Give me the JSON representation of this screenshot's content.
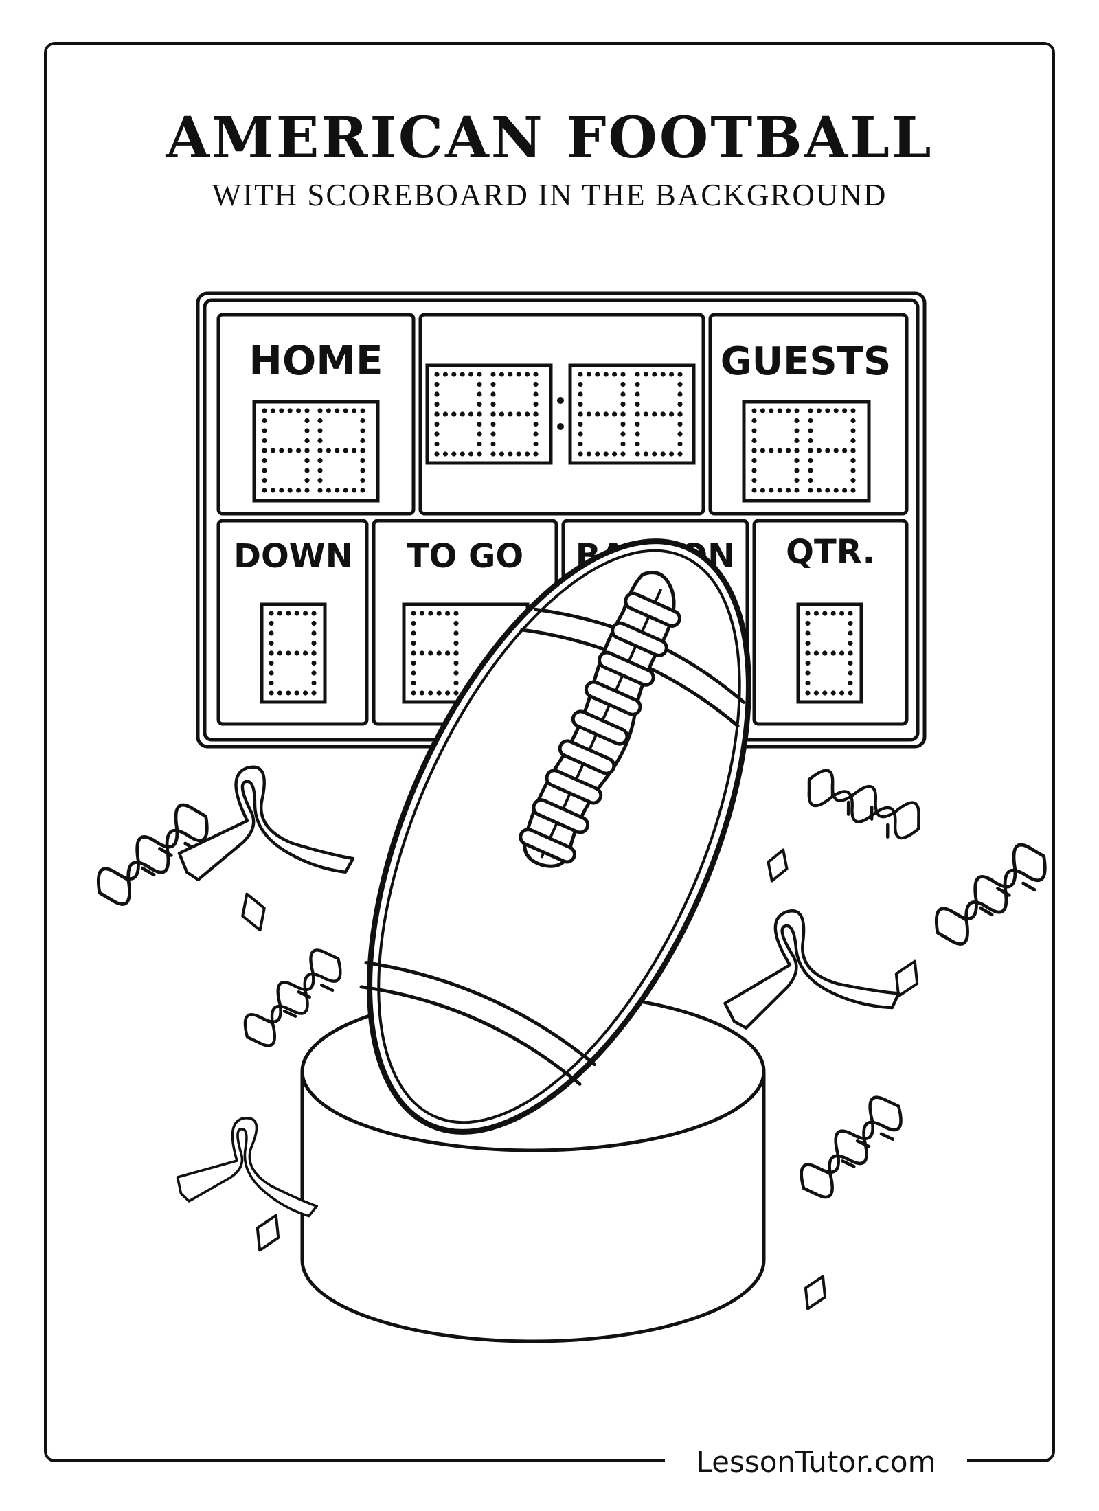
{
  "title": "AMERICAN FOOTBALL",
  "subtitle": "WITH SCOREBOARD IN THE BACKGROUND",
  "scoreboard": {
    "home_label": "HOME",
    "guests_label": "GUESTS",
    "down_label": "DOWN",
    "to_go_label": "TO GO",
    "ball_on_label": "BALL ON",
    "qtr_label": "QTR."
  },
  "footer": "LessonTutor.com"
}
